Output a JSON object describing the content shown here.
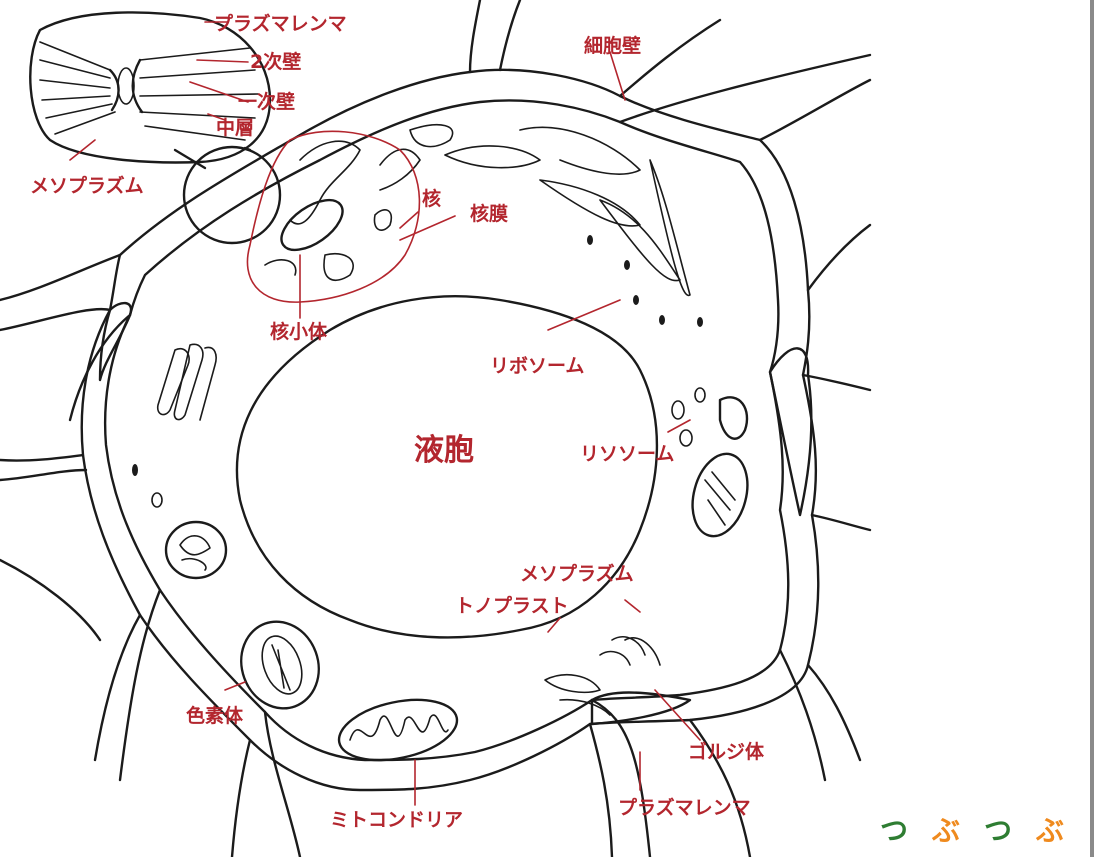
{
  "labels": {
    "plasmalemma_top": "プラズマレンマ",
    "secondary_wall": "2次壁",
    "primary_wall": "一次壁",
    "middle_lamella": "中層",
    "mesoplasm_left": "メソプラズム",
    "cell_wall": "細胞壁",
    "nucleus": "核",
    "nuclear_membrane": "核膜",
    "nucleolus": "核小体",
    "ribosome": "リボソーム",
    "vacuole": "液胞",
    "lysosome": "リソソーム",
    "mesoplasm_right": "メソプラズム",
    "tonoplast": "トノプラスト",
    "chromoplast": "色素体",
    "golgi": "ゴルジ体",
    "mitochondria": "ミトコンドリア",
    "plasmalemma_bottom": "プラズマレンマ"
  },
  "watermark": {
    "chars": [
      "つ",
      "ぶ",
      "つ",
      "ぶ"
    ],
    "colors": [
      "#2e7d32",
      "#ef8a1e",
      "#2e7d32",
      "#ef8a1e"
    ]
  },
  "colors": {
    "label": "#b3262e",
    "line": "#1b1b1b"
  }
}
